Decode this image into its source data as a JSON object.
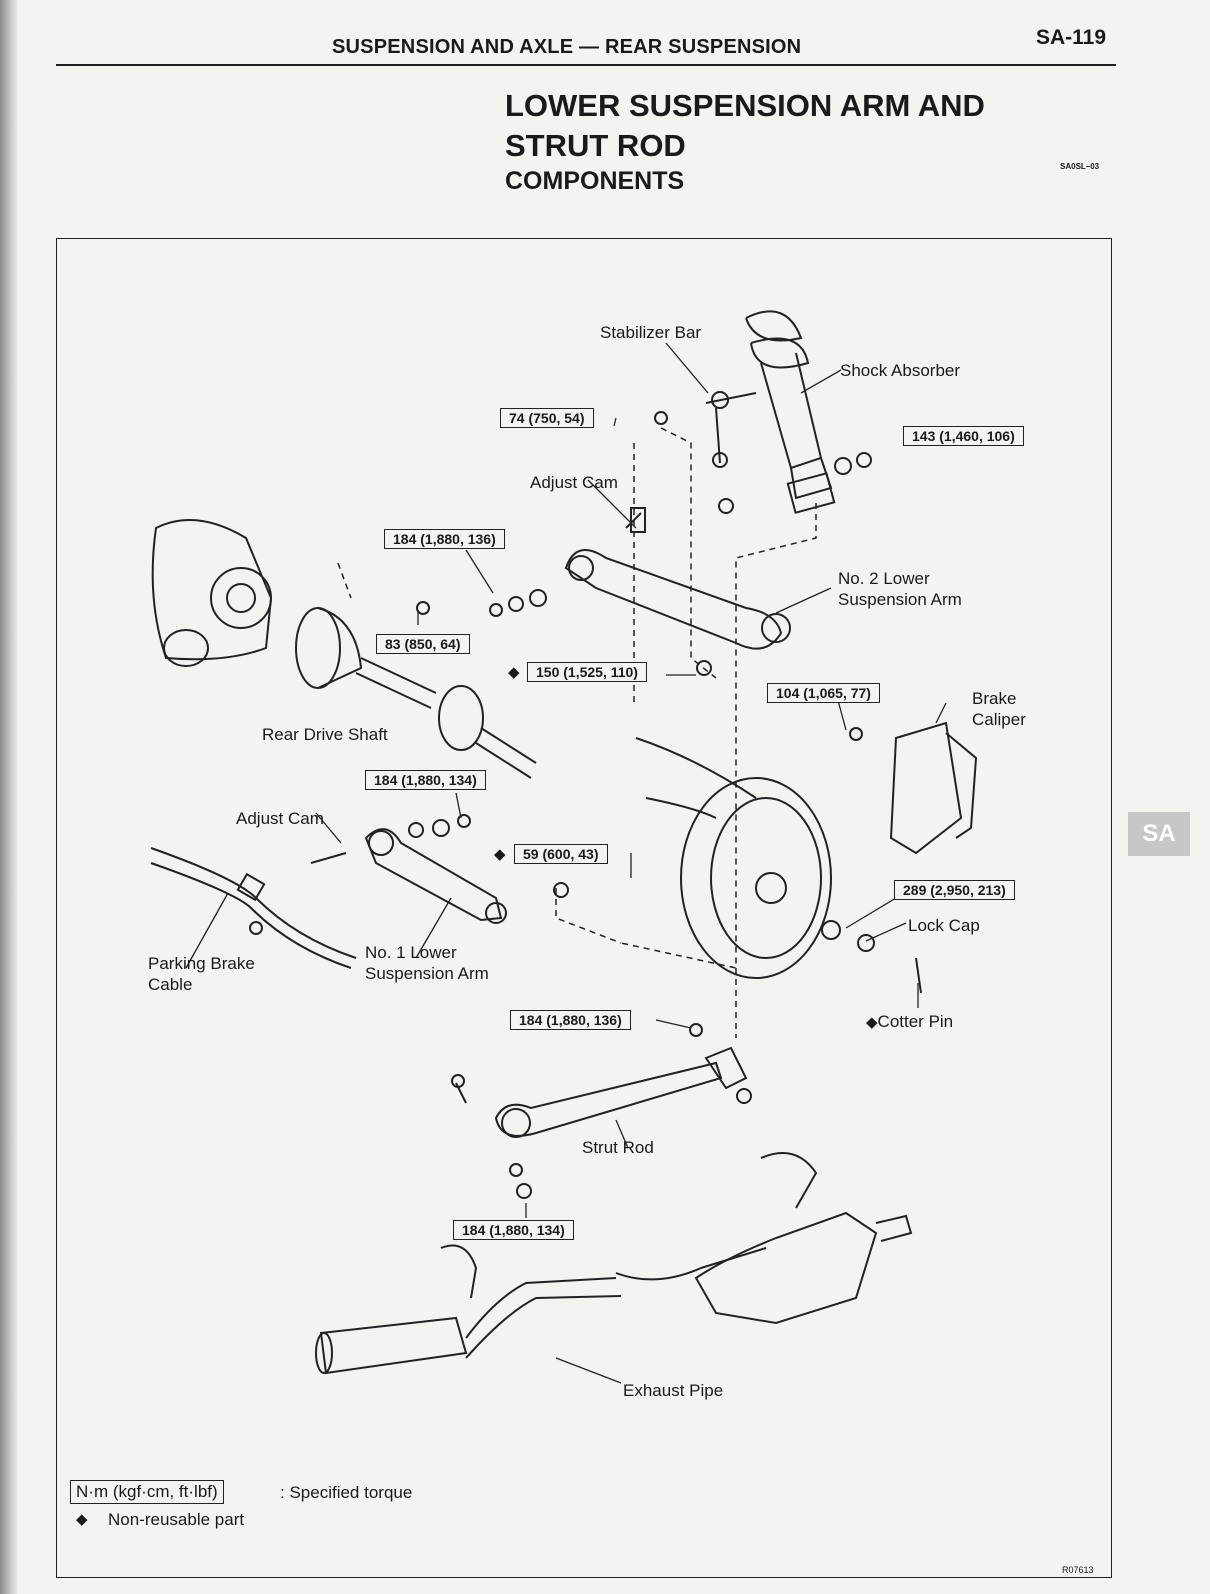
{
  "header": {
    "section": "SUSPENSION AND AXLE — REAR SUSPENSION",
    "page_number": "SA-119",
    "title_line1": "LOWER SUSPENSION ARM AND",
    "title_line2": "STRUT ROD",
    "subtitle": "COMPONENTS",
    "code": "SA0SL–03"
  },
  "side_tab": "SA",
  "labels": {
    "stabilizer_bar": "Stabilizer Bar",
    "shock_absorber": "Shock Absorber",
    "adjust_cam_top": "Adjust Cam",
    "no2_line1": "No. 2 Lower",
    "no2_line2": "Suspension Arm",
    "rear_drive_shaft": "Rear Drive Shaft",
    "brake_line1": "Brake",
    "brake_line2": "Caliper",
    "adjust_cam_bottom": "Adjust Cam",
    "no1_line1": "No. 1 Lower",
    "no1_line2": "Suspension Arm",
    "parking_line1": "Parking Brake",
    "parking_line2": "Cable",
    "lock_cap": "Lock Cap",
    "cotter_pin": "Cotter Pin",
    "strut_rod": "Strut Rod",
    "exhaust_pipe": "Exhaust Pipe"
  },
  "torques": {
    "stabilizer_nut": "74 (750, 54)",
    "shock_bolt": "143 (1,460, 106)",
    "no2_arm_nut": "184 (1,880, 136)",
    "drive_shaft_bolt": "83 (850, 64)",
    "no2_outer_nut": "150 (1,525, 110)",
    "caliper_bolt": "104 (1,065, 77)",
    "no1_inner_nut": "184 (1,880, 134)",
    "no1_outer_nut": "59 (600, 43)",
    "hub_nut": "289 (2,950, 213)",
    "strut_outer_bolt": "184 (1,880, 136)",
    "strut_inner_nut": "184 (1,880, 134)"
  },
  "nonreusable_mark": "◆",
  "legend": {
    "unit": "N·m (kgf·cm, ft·lbf)",
    "unit_desc": ":  Specified torque",
    "mark": "◆",
    "mark_desc": "Non-reusable part"
  },
  "ref_code": "R07613"
}
